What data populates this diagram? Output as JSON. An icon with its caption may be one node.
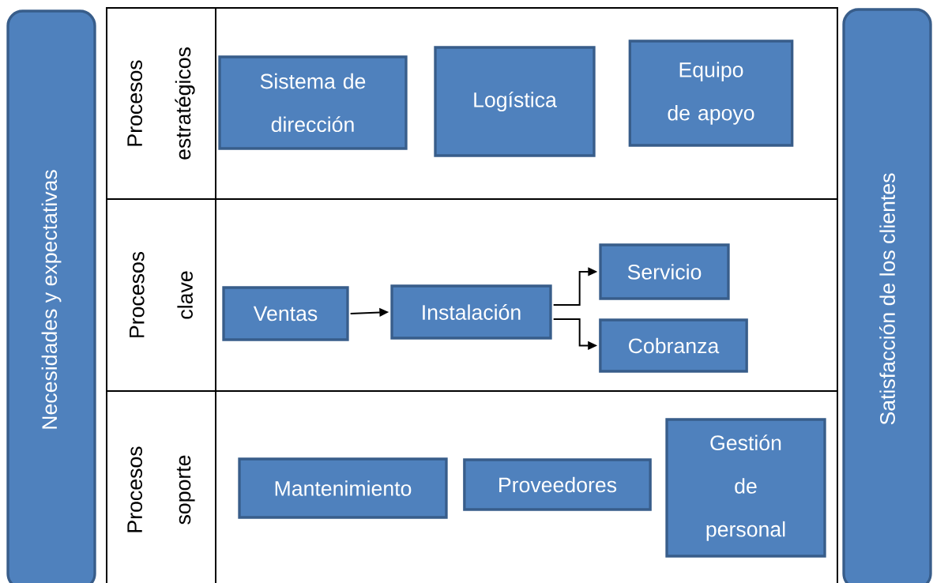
{
  "diagram": {
    "nodes": [
      {
        "text": [
          "Necesidades y expectativas"
        ]
      },
      {
        "text": [
          "Procesos estratégicos"
        ]
      },
      {
        "text": [
          "Sistema de dirección"
        ],
        "in": 1
      },
      {
        "text": [
          "Logística"
        ],
        "in": 1
      },
      {
        "text": [
          "Equipo de apoyo"
        ],
        "in": 1
      },
      {
        "text": [
          "Procesos clave"
        ]
      },
      {
        "text": [
          "Ventas"
        ],
        "in": 5
      },
      {
        "text": [
          "Instalación"
        ],
        "in": 5
      },
      {
        "text": [
          "Servicio"
        ],
        "in": 5
      },
      {
        "text": [
          "Cobranza"
        ],
        "in": 5
      },
      {
        "text": [
          "Procesos soporte"
        ]
      },
      {
        "text": [
          "Mantenimiento"
        ],
        "in": 10
      },
      {
        "text": [
          "Proveedores"
        ],
        "in": 10
      },
      {
        "text": [
          "Gestión de personal"
        ],
        "in": 10
      },
      {
        "text": [
          "Satisfacción de los clientes"
        ]
      }
    ],
    "edges": [
      {
        "from": 6,
        "to": 7,
        "arrow": "to"
      },
      {
        "from": 7,
        "to": 8,
        "arrow": "to"
      },
      {
        "from": 7,
        "to": 9,
        "arrow": "to"
      }
    ]
  }
}
